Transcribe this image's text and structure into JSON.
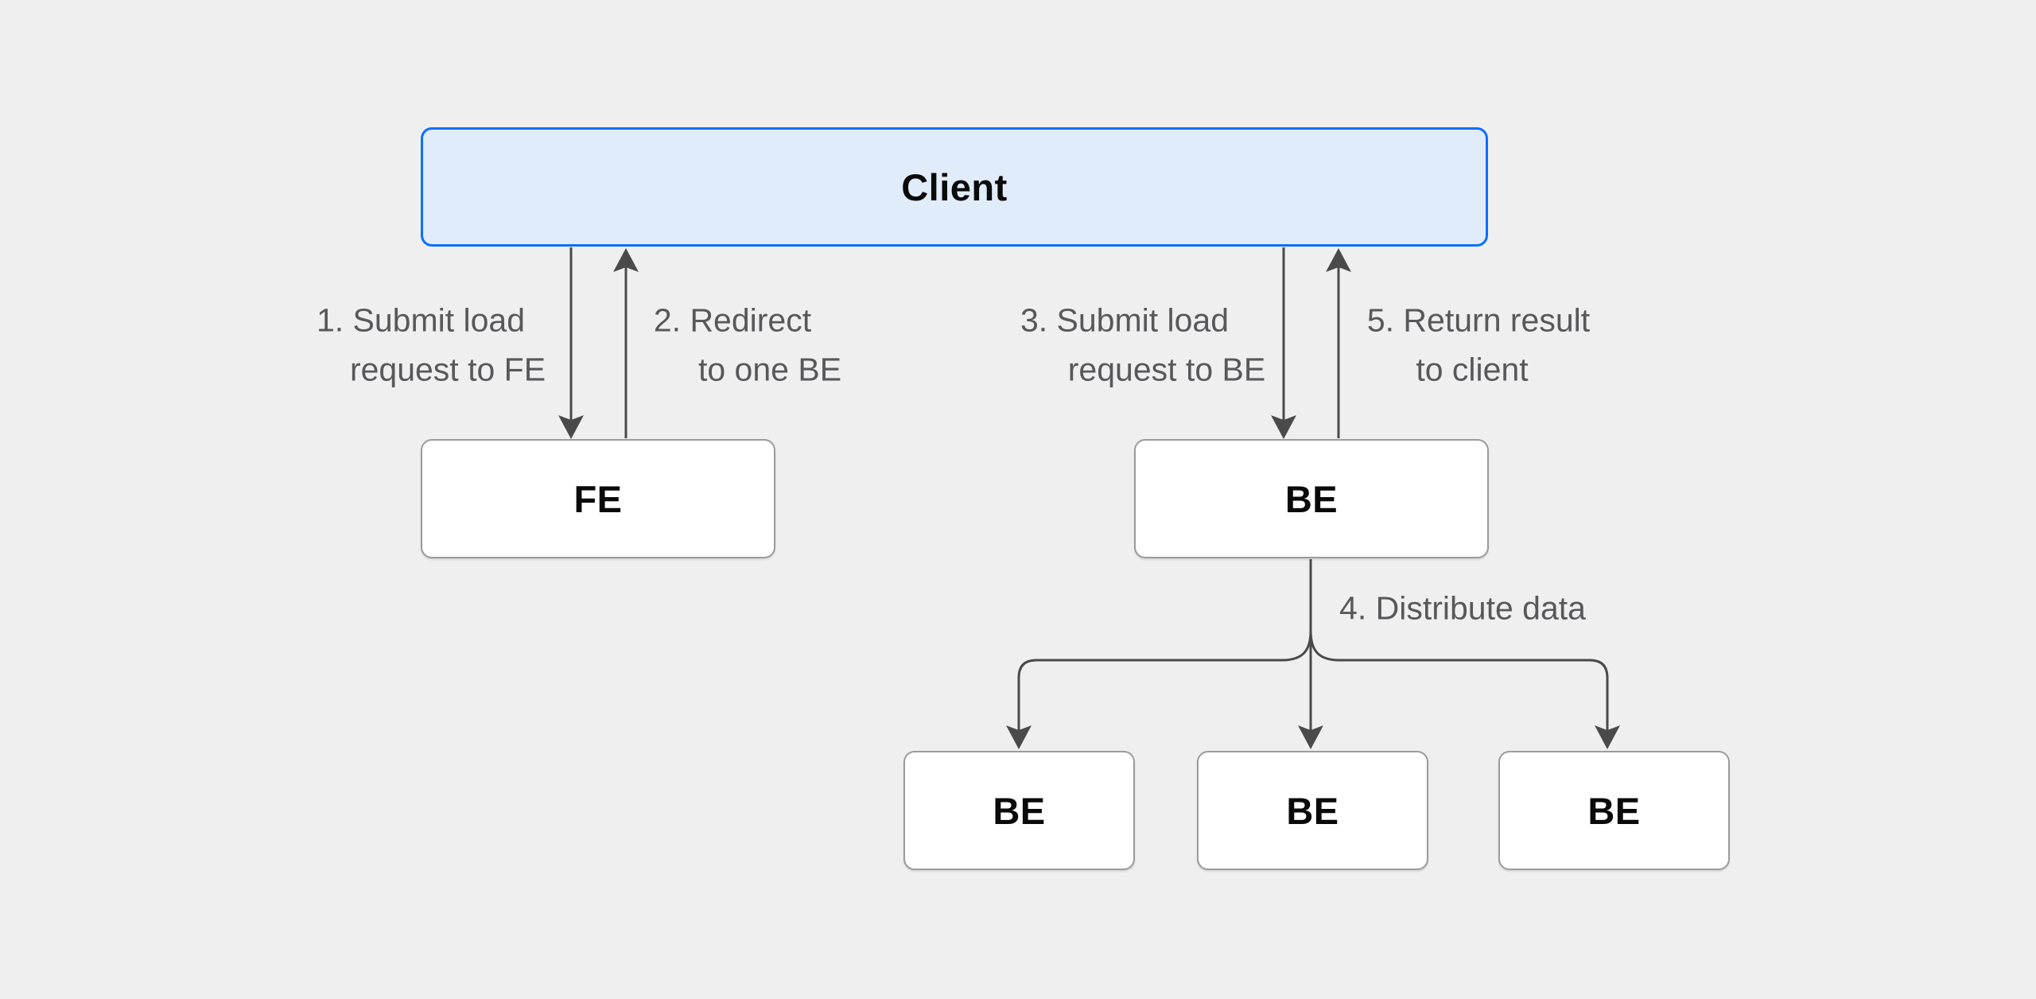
{
  "colors": {
    "background": "#efefef",
    "node_fill": "#ffffff",
    "node_border": "#9b9b9b",
    "client_fill": "#e1ecfb",
    "client_border": "#0d6efd",
    "arrow": "#4a4a4a",
    "label_text": "#58585b",
    "node_text": "#0a0a0a"
  },
  "nodes": {
    "client": {
      "label": "Client"
    },
    "fe": {
      "label": "FE"
    },
    "be": {
      "label": "BE"
    },
    "be1": {
      "label": "BE"
    },
    "be2": {
      "label": "BE"
    },
    "be3": {
      "label": "BE"
    }
  },
  "edge_labels": {
    "step1": {
      "line1": "1. Submit load",
      "line2": "request to FE"
    },
    "step2": {
      "line1": "2. Redirect",
      "line2": "to one BE"
    },
    "step3": {
      "line1": "3. Submit load",
      "line2": "request to BE"
    },
    "step4": {
      "line1": "4. Distribute data"
    },
    "step5": {
      "line1": "5. Return result",
      "line2": "to client"
    }
  }
}
